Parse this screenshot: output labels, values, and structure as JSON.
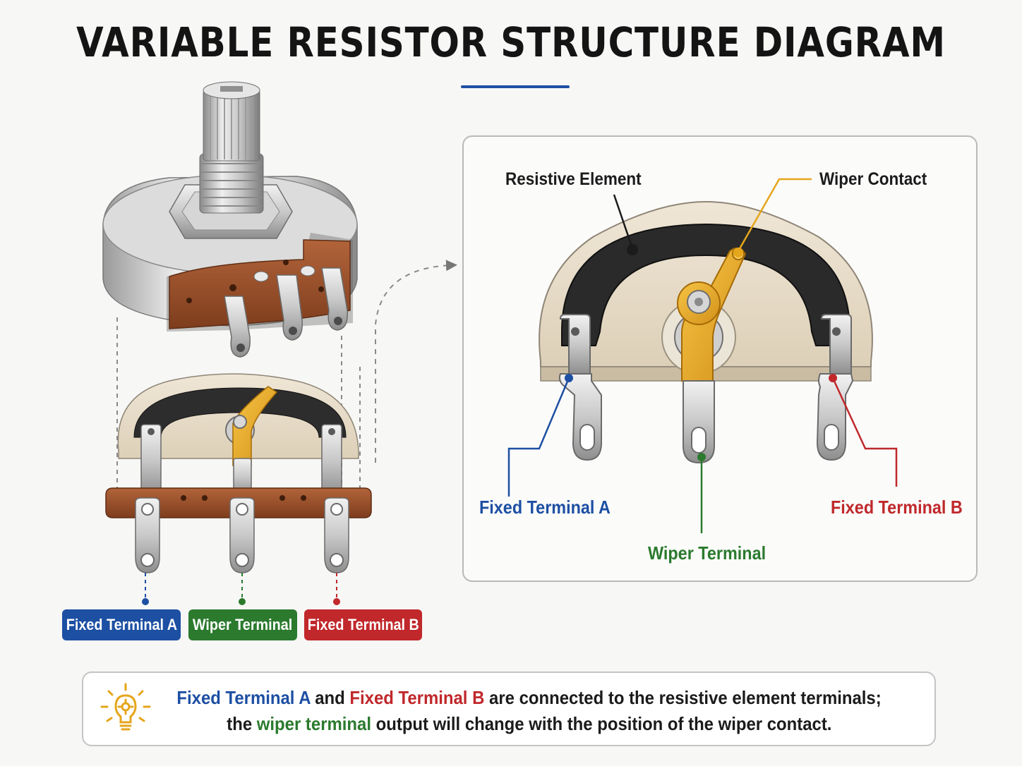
{
  "title": "VARIABLE RESISTOR STRUCTURE DIAGRAM",
  "detail": {
    "resistive_element": "Resistive Element",
    "wiper_contact": "Wiper Contact",
    "fixed_terminal_a": "Fixed Terminal A",
    "fixed_terminal_b": "Fixed Terminal B",
    "wiper_terminal": "Wiper Terminal"
  },
  "badges": {
    "fixed_terminal_a": "Fixed Terminal A",
    "wiper_terminal": "Wiper Terminal",
    "fixed_terminal_b": "Fixed Terminal B"
  },
  "note": {
    "line1": {
      "part1": "Fixed Terminal A",
      "part2": " and ",
      "part3": "Fixed Terminal B",
      "part4": " are connected to the resistive element terminals;"
    },
    "line2": {
      "part1": "the ",
      "part2": "wiper terminal",
      "part3": " output will change with the position of the wiper contact."
    }
  },
  "colors": {
    "fixed_terminal_a": "#1d4fa3",
    "wiper_terminal": "#2b7a2e",
    "fixed_terminal_b": "#c0282b",
    "wiper_contact": "#e5a61b",
    "resistive_element": "#2a2a2a",
    "substrate": "#e7dccb",
    "phenolic_board": "#9a4d27"
  },
  "icons": {
    "note_icon": "lightbulb-gear-icon"
  }
}
